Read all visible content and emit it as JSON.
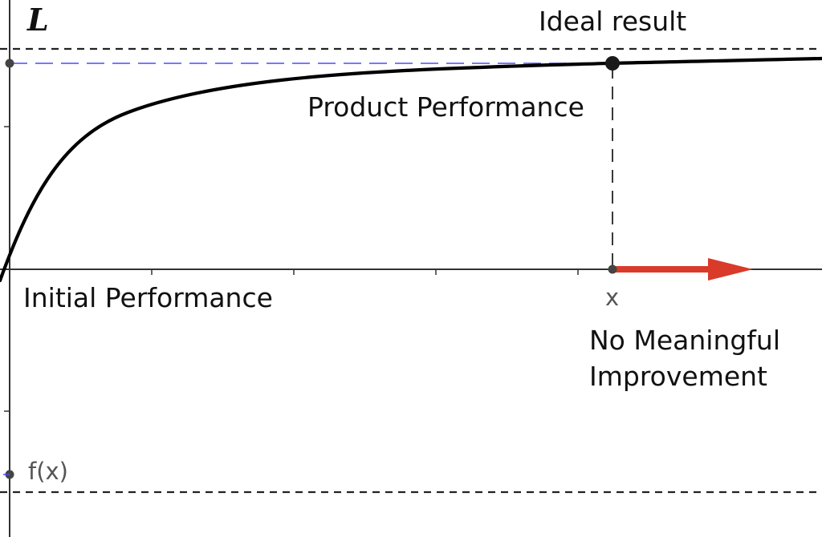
{
  "diagram": {
    "axis_letter": "L",
    "ideal_label": "Ideal result",
    "product_label": "Product Performance",
    "initial_label": "Initial Performance",
    "x_label": "x",
    "fx_label": "f(x)",
    "no_improve_line1": "No Meaningful",
    "no_improve_line2": "Improvement"
  },
  "colors": {
    "curve": "#000000",
    "axis": "#333333",
    "dash_black": "#222222",
    "dash_blue": "#4a4aff",
    "arrow": "#d93a2a",
    "point": "#1a1a1a",
    "small_point": "#444444"
  }
}
